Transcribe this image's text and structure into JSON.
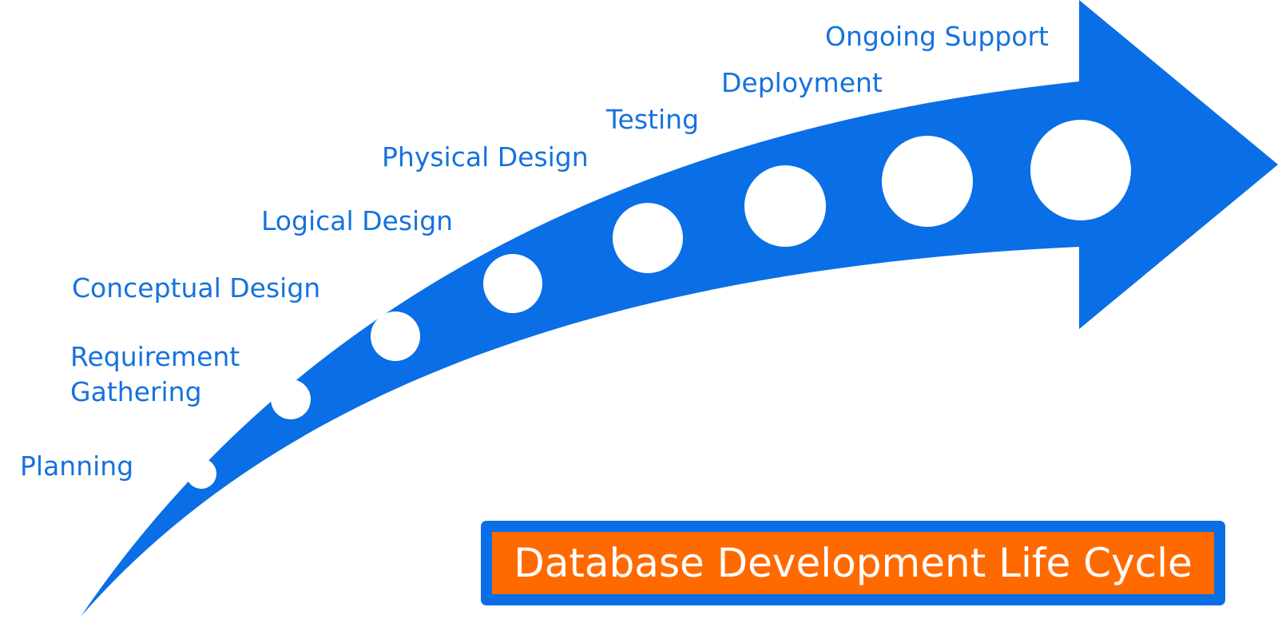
{
  "diagram": {
    "title": "Database Development Life Cycle",
    "stages": [
      {
        "label": "Planning"
      },
      {
        "label": "Requirement\nGathering"
      },
      {
        "label": "Conceptual Design"
      },
      {
        "label": "Logical Design"
      },
      {
        "label": "Physical Design"
      },
      {
        "label": "Testing"
      },
      {
        "label": "Deployment"
      },
      {
        "label": "Ongoing Support"
      }
    ],
    "colors": {
      "arrow": "#0a6ee6",
      "label_text": "#1672dc",
      "title_background": "#ff6a00",
      "title_border": "#0a6ee6",
      "title_text": "#ffffff",
      "step_dots": "#ffffff"
    }
  }
}
